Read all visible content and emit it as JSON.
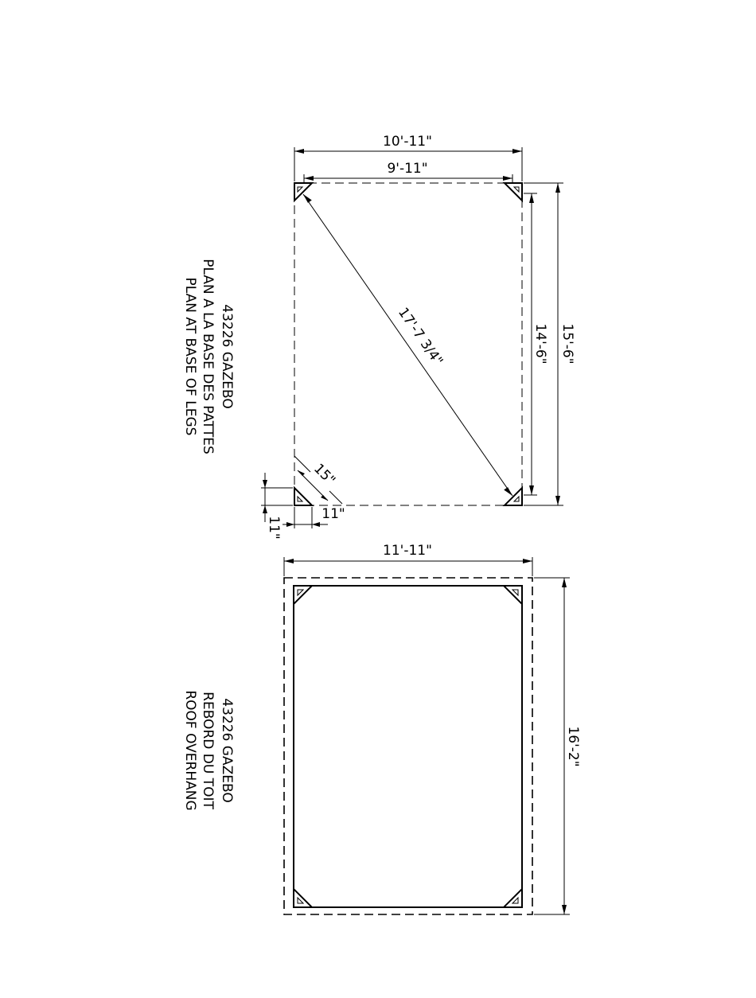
{
  "plan_base": {
    "title_lines": [
      "43226 GAZEBO",
      "PLAN A LA BASE DES PATTES",
      "PLAN AT BASE OF LEGS"
    ],
    "dim_overall_width": "10'-11\"",
    "dim_inner_width": "9'-11\"",
    "dim_diagonal": "17'-7 3/4\"",
    "dim_inner_length": "14'-6\"",
    "dim_overall_length": "15'-6\"",
    "dim_leg_diag": "15\"",
    "dim_leg_x": "11\"",
    "dim_leg_y": "11\""
  },
  "plan_roof": {
    "title_lines": [
      "43226 GAZEBO",
      "REBORD DU TOIT",
      "ROOF OVERHANG"
    ],
    "dim_width": "11'-11\"",
    "dim_length": "16'-2\""
  }
}
